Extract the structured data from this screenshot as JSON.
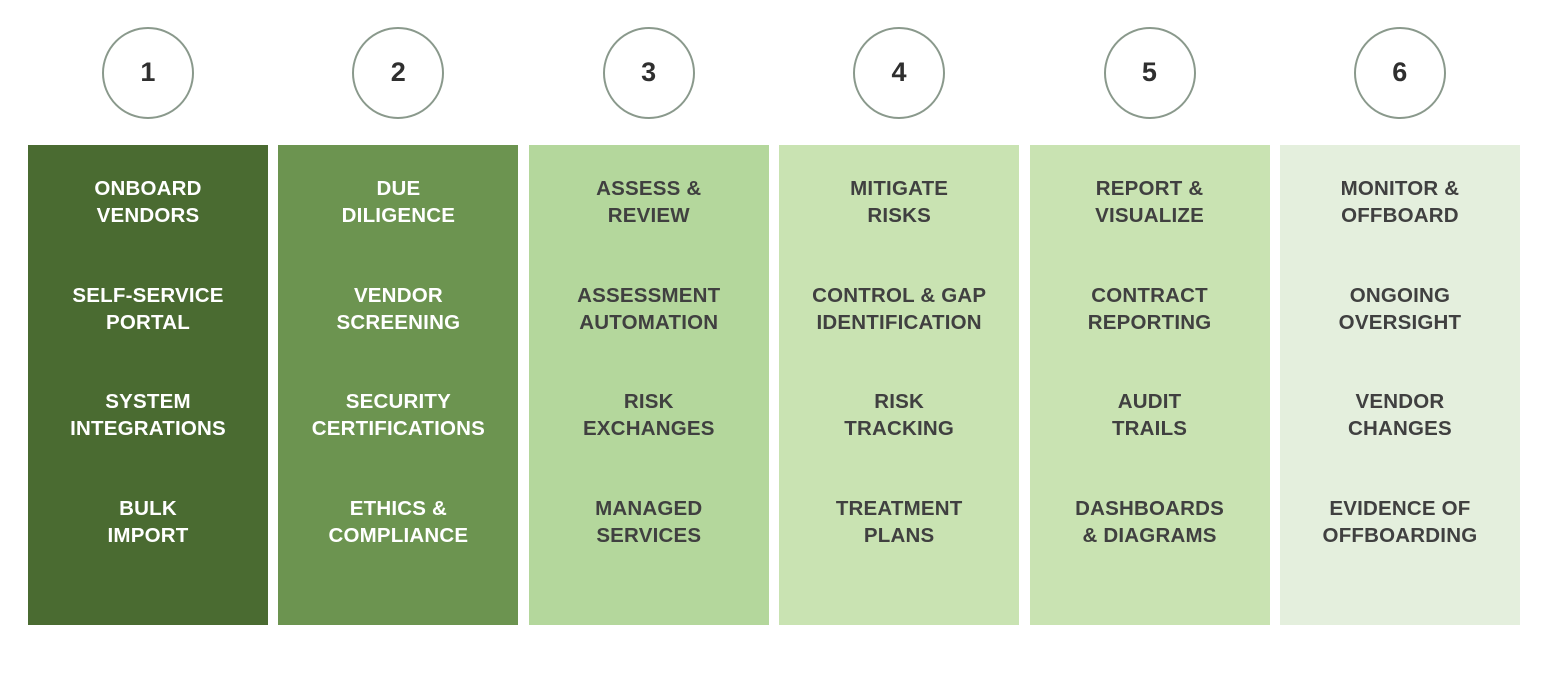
{
  "diagram": {
    "type": "process-columns",
    "step_count": 6,
    "colors": {
      "column_1": "#4a6b31",
      "column_2": "#6c9450",
      "column_3": "#b4d79c",
      "column_4": "#c9e3b2",
      "column_5": "#c9e3b2",
      "column_6": "#e4efdd",
      "circle_border": "#8a998c",
      "circle_fill": "#ffffff",
      "text_on_dark": "#ffffff",
      "text_on_light": "#404040",
      "page_background": "#ffffff"
    },
    "columns": [
      {
        "number": "1",
        "tone": "tone-dark",
        "text_class": "text-on-dark",
        "heading": "ONBOARD\nVENDORS",
        "items": [
          "SELF-SERVICE\nPORTAL",
          "SYSTEM\nINTEGRATIONS",
          "BULK\nIMPORT"
        ]
      },
      {
        "number": "2",
        "tone": "tone-mid",
        "text_class": "text-on-dark",
        "heading": "DUE\nDILIGENCE",
        "items": [
          "VENDOR\nSCREENING",
          "SECURITY\nCERTIFICATIONS",
          "ETHICS &\nCOMPLIANCE"
        ]
      },
      {
        "number": "3",
        "tone": "tone-light1",
        "text_class": "text-on-light",
        "heading": "ASSESS &\nREVIEW",
        "items": [
          "ASSESSMENT\nAUTOMATION",
          "RISK\nEXCHANGES",
          "MANAGED\nSERVICES"
        ]
      },
      {
        "number": "4",
        "tone": "tone-light2",
        "text_class": "text-on-light",
        "heading": "MITIGATE\nRISKS",
        "items": [
          "CONTROL & GAP\nIDENTIFICATION",
          "RISK\nTRACKING",
          "TREATMENT\nPLANS"
        ]
      },
      {
        "number": "5",
        "tone": "tone-light3",
        "text_class": "text-on-light",
        "heading": "REPORT &\nVISUALIZE",
        "items": [
          "CONTRACT\nREPORTING",
          "AUDIT\nTRAILS",
          "DASHBOARDS\n& DIAGRAMS"
        ]
      },
      {
        "number": "6",
        "tone": "tone-lightest",
        "text_class": "text-on-light",
        "heading": "MONITOR &\nOFFBOARD",
        "items": [
          "ONGOING\nOVERSIGHT",
          "VENDOR\nCHANGES",
          "EVIDENCE OF\nOFFBOARDING"
        ]
      }
    ]
  }
}
